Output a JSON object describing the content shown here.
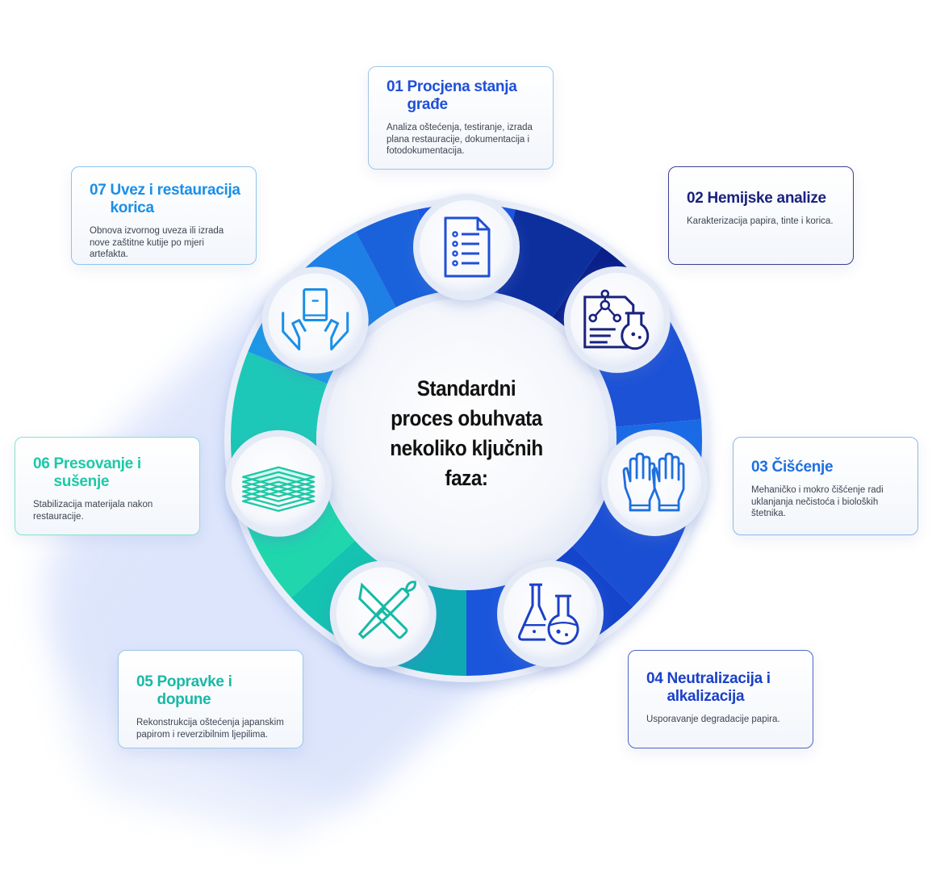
{
  "center_text": [
    "Standardni",
    "proces obuhvata",
    "nekoliko ključnih",
    "faza:"
  ],
  "phases": [
    {
      "num": "01",
      "title": "Procjena stanja građe",
      "description": "Analiza oštećenja, testiranje, izrada plana restauracije, dokumentacija i fotodokumentacija.",
      "icon": "document-list-icon",
      "color": "#1f4fd8"
    },
    {
      "num": "02",
      "title": "Hemijske analize",
      "description": "Karakterizacija papira, tinte i korica.",
      "icon": "chemical-analysis-icon",
      "color": "#1a237e"
    },
    {
      "num": "03",
      "title": "Čišćenje",
      "description": "Mehaničko i mokro čišćenje radi uklanjanja nečistoća i bioloških štetnika.",
      "icon": "gloves-icon",
      "color": "#1e6fe0"
    },
    {
      "num": "04",
      "title": "Neutralizacija i alkalizacija",
      "description": "Usporavanje degradacije papira.",
      "icon": "flasks-icon",
      "color": "#1b40c8"
    },
    {
      "num": "05",
      "title": "Popravke i dopune",
      "description": "Rekonstrukcija oštećenja japanskim papirom i reverzibilnim ljepilima.",
      "icon": "repair-tools-icon",
      "color": "#18b9a6"
    },
    {
      "num": "06",
      "title": "Presovanje i sušenje",
      "description": "Stabilizacija materijala nakon restauracije.",
      "icon": "paper-stack-icon",
      "color": "#1cc9a6"
    },
    {
      "num": "07",
      "title": "Uvez i restauracija korica",
      "description": "Obnova izvornog uveza ili izrada nove zaštitne kutije po mjeri artefakta.",
      "icon": "book-hands-icon",
      "color": "#1a8fe8"
    }
  ]
}
